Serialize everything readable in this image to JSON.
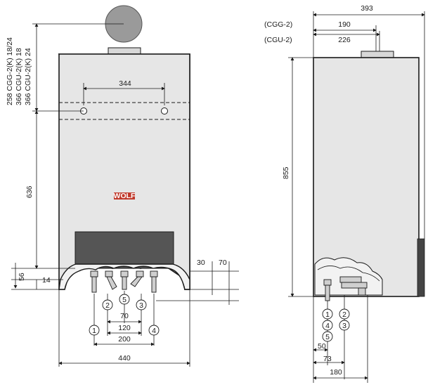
{
  "front_view": {
    "dimensions": {
      "hole_spacing": "344",
      "height_mid": "636",
      "left_vertical_1": "258 CGG-2(K) 18/24",
      "left_vertical_2": "366 CGU-2(K) 18",
      "left_vertical_3": "366 CGU-2(K) 24",
      "bottom_56": "56",
      "bottom_14": "14",
      "right_30": "30",
      "right_70": "70",
      "spacing_70": "70",
      "spacing_120": "120",
      "spacing_200": "200",
      "total_width": "440"
    },
    "connections": [
      "1",
      "2",
      "5",
      "3",
      "4"
    ],
    "logo": "WOLF"
  },
  "side_view": {
    "dimensions": {
      "total_depth": "393",
      "cgg_label": "(CGG-2)",
      "cgg_value": "190",
      "cgu_label": "(CGU-2)",
      "cgu_value": "226",
      "height": "855",
      "d50": "50",
      "d73": "73",
      "d180": "180"
    },
    "connections_col1": [
      "1",
      "4",
      "5"
    ],
    "connections_col2": [
      "2",
      "3"
    ]
  }
}
